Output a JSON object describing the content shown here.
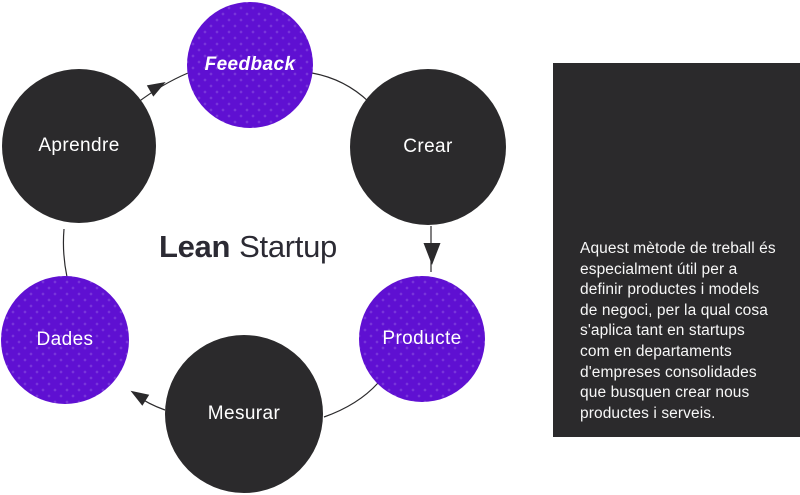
{
  "title": {
    "bold_part": "Lean",
    "light_part": "Startup"
  },
  "cycle": {
    "nodes": [
      {
        "id": "feedback",
        "label": "Feedback",
        "style": "purple",
        "emphasis": true
      },
      {
        "id": "crear",
        "label": "Crear",
        "style": "dark",
        "emphasis": false
      },
      {
        "id": "producte",
        "label": "Producte",
        "style": "purple",
        "emphasis": false
      },
      {
        "id": "mesurar",
        "label": "Mesurar",
        "style": "dark",
        "emphasis": false
      },
      {
        "id": "dades",
        "label": "Dades",
        "style": "purple",
        "emphasis": false
      },
      {
        "id": "aprendre",
        "label": "Aprendre",
        "style": "dark",
        "emphasis": false
      }
    ],
    "arrowed_links": [
      "aprendre-feedback",
      "crear-producte",
      "mesurar-dades"
    ],
    "plain_links": [
      "feedback-crear",
      "producte-mesurar",
      "dades-aprendre"
    ]
  },
  "panel": {
    "text": "Aquest mètode de treball és especialment útil per a definir productes i models de negoci, per la qual cosa s'aplica tant en startups com en departaments d'empreses consolidades que busquen crear nous productes i serveis."
  },
  "colors": {
    "purple": "#5f10d2",
    "dark": "#2b2a2c",
    "background": "#ffffff",
    "circle_text": "#ffffff",
    "line": "#2b2a2c"
  }
}
